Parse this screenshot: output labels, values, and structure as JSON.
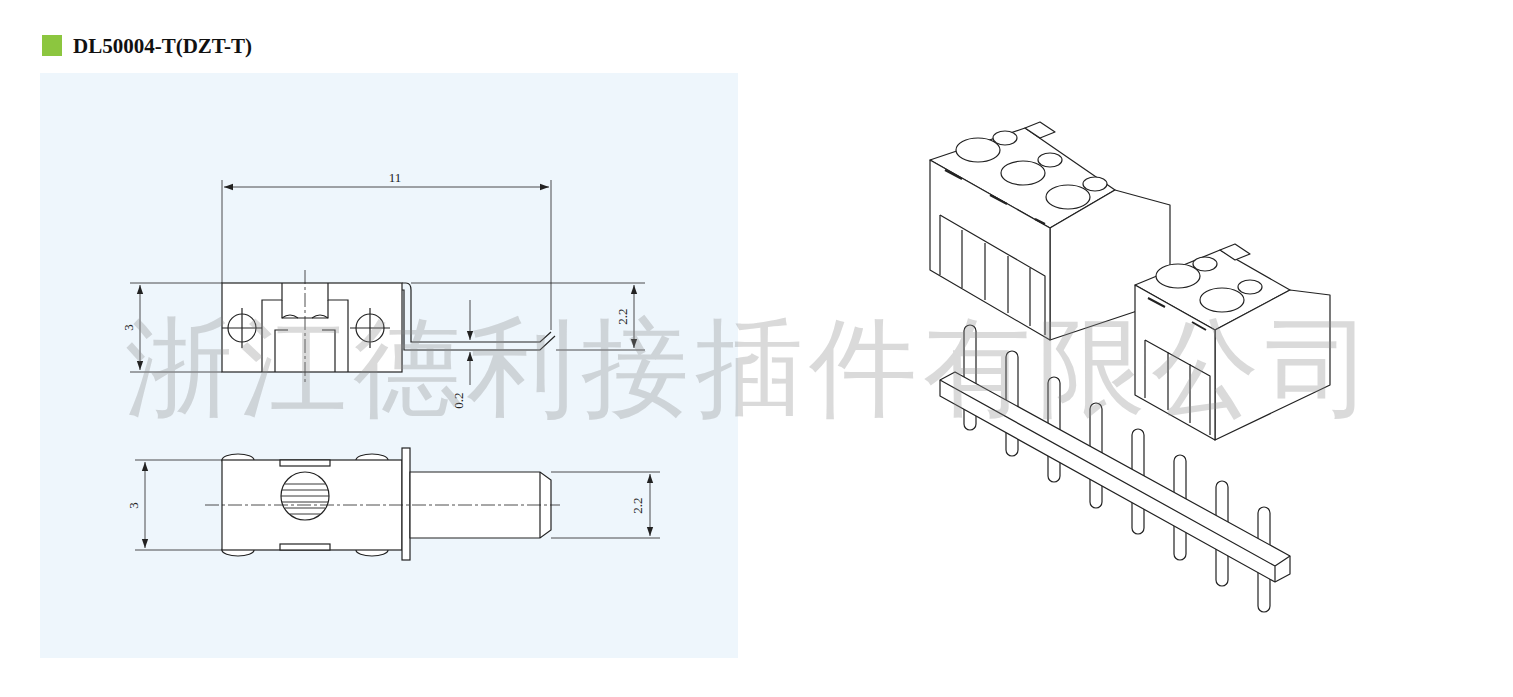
{
  "diagram": {
    "title": "DL50004-T(DZT-T)",
    "labels": [
      "11",
      "3",
      "2.2",
      "0.2",
      "3",
      "2.2",
      "浙江德利接插件有限公司"
    ]
  }
}
